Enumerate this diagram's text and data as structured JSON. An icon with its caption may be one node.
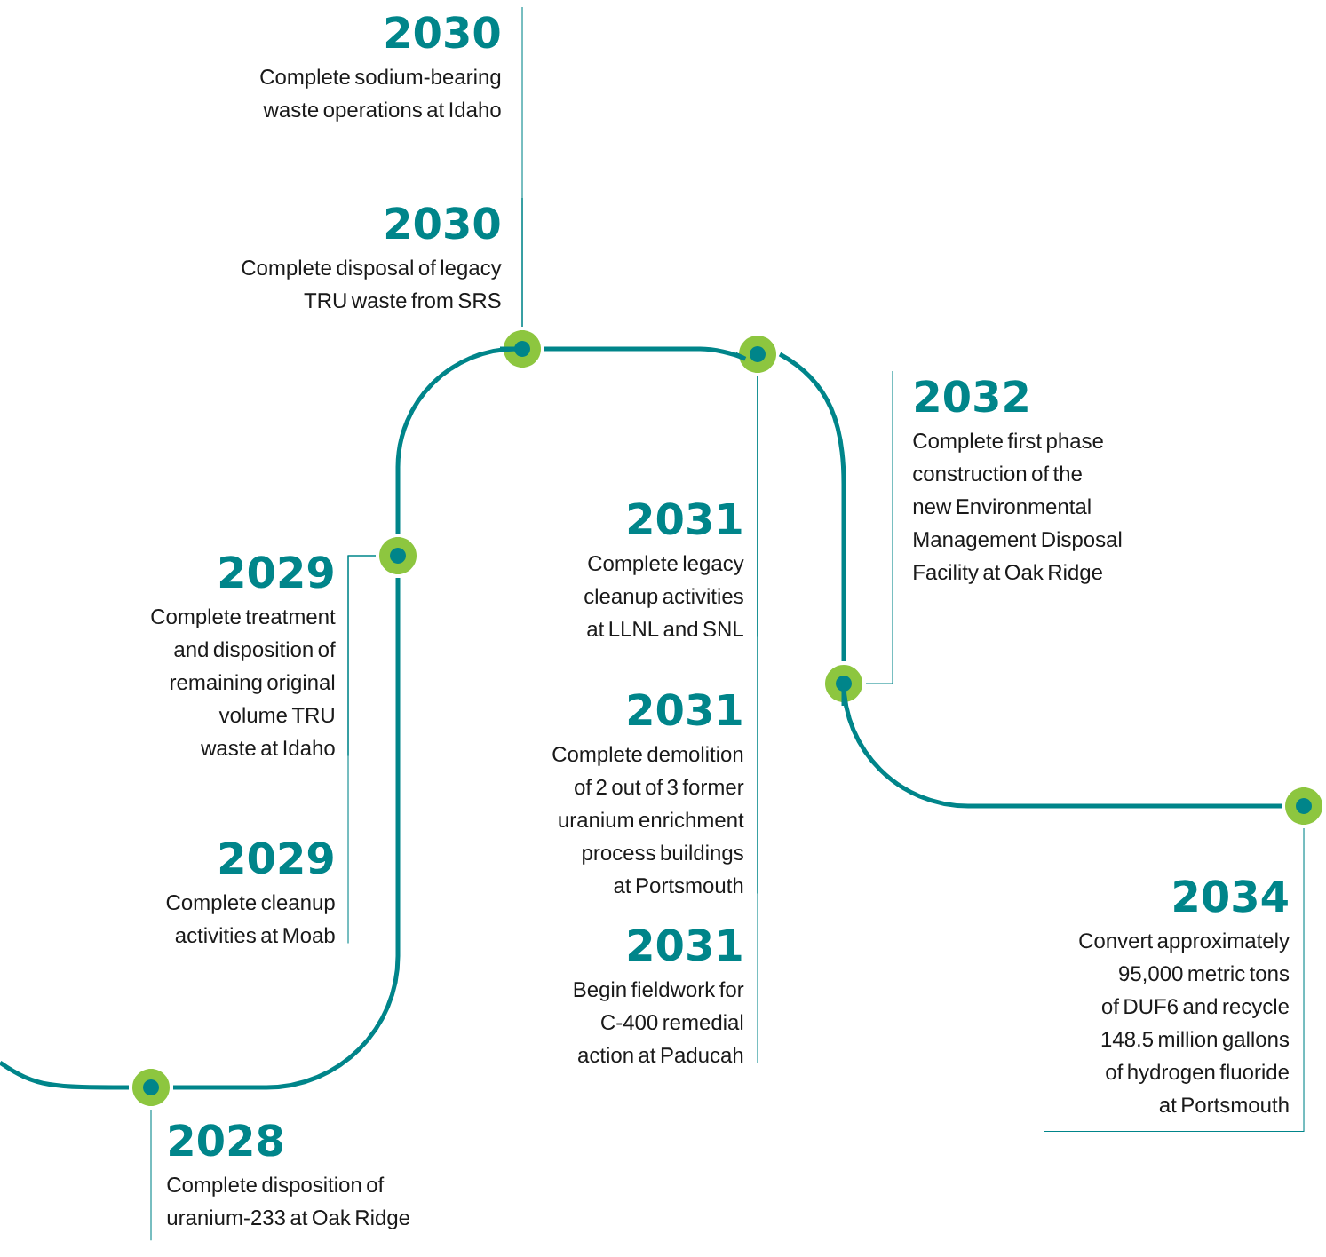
{
  "diagram": {
    "nodes": [
      {
        "text": [
          "2030",
          "Complete sodium-bearing waste operations at Idaho"
        ]
      },
      {
        "text": [
          "2030",
          "Complete disposal of legacy TRU waste from SRS"
        ]
      },
      {
        "text": [
          "2032",
          "Complete first phase construction of the new Environmental Management Disposal Facility at Oak Ridge"
        ]
      },
      {
        "text": [
          "2031",
          "Complete legacy cleanup activities at LLNL and SNL"
        ]
      },
      {
        "text": [
          "2029",
          "Complete treatment and disposition of remaining original volume TRU waste at Idaho"
        ]
      },
      {
        "text": [
          "2031",
          "Complete demolition of 2 out of 3 former uranium enrichment process buildings at Portsmouth"
        ]
      },
      {
        "text": [
          "2029",
          "Complete cleanup activities at Moab"
        ]
      },
      {
        "text": [
          "2034",
          "Convert approximately 95,000 metric tons of DUF6 and recycle 148.5 million gallons of hydrogen fluoride at Portsmouth"
        ]
      },
      {
        "text": [
          "2031",
          "Begin fieldwork for C-400 remedial action at Paducah"
        ]
      },
      {
        "text": [
          "2028",
          "Complete disposition of uranium-233 at Oak Ridge"
        ]
      },
      {
        "text": [],
        "shape": "circle"
      },
      {
        "text": [],
        "shape": "circle"
      },
      {
        "text": [],
        "shape": "circle"
      },
      {
        "text": [],
        "shape": "circle"
      },
      {
        "text": [],
        "shape": "circle"
      },
      {
        "text": [],
        "shape": "circle"
      }
    ],
    "edges": [
      {
        "from": null,
        "to": 10,
        "arrow": "none",
        "style": "thick"
      },
      {
        "from": 10,
        "to": 11,
        "arrow": "none",
        "style": "thick"
      },
      {
        "from": 11,
        "to": 12,
        "arrow": "none",
        "style": "thick"
      },
      {
        "from": 12,
        "to": 13,
        "arrow": "none",
        "style": "thick"
      },
      {
        "from": 13,
        "to": 14,
        "arrow": "none",
        "style": "thick"
      },
      {
        "from": 14,
        "to": 15,
        "arrow": "none",
        "style": "thick"
      },
      {
        "from": 0,
        "to": 12,
        "arrow": "none"
      },
      {
        "from": 1,
        "to": 12,
        "arrow": "none"
      },
      {
        "from": 4,
        "to": 11,
        "arrow": "none"
      },
      {
        "from": 6,
        "to": 11,
        "arrow": "none"
      },
      {
        "from": 3,
        "to": 13,
        "arrow": "none"
      },
      {
        "from": 5,
        "to": 13,
        "arrow": "none"
      },
      {
        "from": 8,
        "to": 13,
        "arrow": "none"
      },
      {
        "from": 2,
        "to": 14,
        "arrow": "none"
      },
      {
        "from": 7,
        "to": 15,
        "arrow": "none"
      },
      {
        "from": 9,
        "to": 10,
        "arrow": "none"
      }
    ]
  }
}
